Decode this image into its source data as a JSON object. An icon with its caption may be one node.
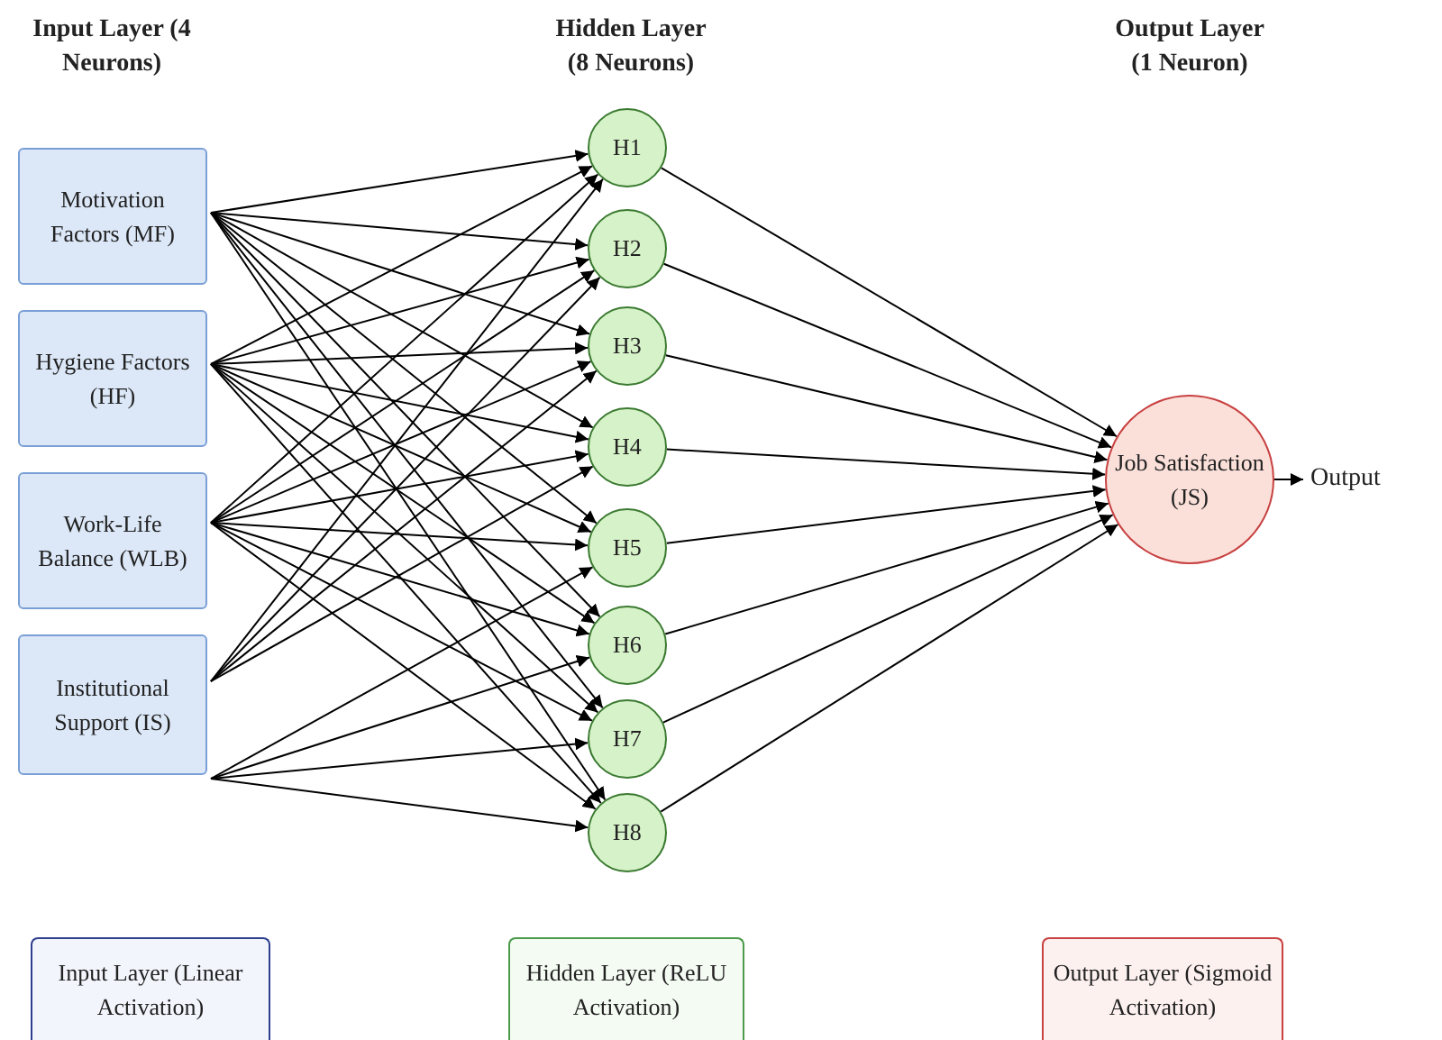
{
  "diagram": {
    "nodes": [
      {
        "text": [
          "Motivation Factors (MF)"
        ]
      },
      {
        "text": [
          "Hygiene Factors (HF)"
        ]
      },
      {
        "text": [
          "Work-Life Balance (WLB)"
        ]
      },
      {
        "text": [
          "Institutional Support (IS)"
        ]
      },
      {
        "text": [
          "H1"
        ]
      },
      {
        "text": [
          "H2"
        ]
      },
      {
        "text": [
          "H3"
        ]
      },
      {
        "text": [
          "H4"
        ]
      },
      {
        "text": [
          "H5"
        ]
      },
      {
        "text": [
          "H6"
        ]
      },
      {
        "text": [
          "H7"
        ]
      },
      {
        "text": [
          "H8"
        ]
      },
      {
        "text": [
          "Job Satisfaction (JS)"
        ]
      },
      {
        "text": [
          "Output"
        ]
      },
      {
        "text": [
          "Input Layer (Linear Activation)"
        ]
      },
      {
        "text": [
          "Hidden Layer (ReLU Activation)"
        ]
      },
      {
        "text": [
          "Output Layer (Sigmoid Activation)"
        ]
      }
    ],
    "edges": [
      {
        "from": 0,
        "to": 4,
        "arrow": "to"
      },
      {
        "from": 0,
        "to": 5,
        "arrow": "to"
      },
      {
        "from": 0,
        "to": 6,
        "arrow": "to"
      },
      {
        "from": 0,
        "to": 7,
        "arrow": "to"
      },
      {
        "from": 0,
        "to": 8,
        "arrow": "to"
      },
      {
        "from": 0,
        "to": 9,
        "arrow": "to"
      },
      {
        "from": 0,
        "to": 10,
        "arrow": "to"
      },
      {
        "from": 0,
        "to": 11,
        "arrow": "to"
      },
      {
        "from": 1,
        "to": 4,
        "arrow": "to"
      },
      {
        "from": 1,
        "to": 5,
        "arrow": "to"
      },
      {
        "from": 1,
        "to": 6,
        "arrow": "to"
      },
      {
        "from": 1,
        "to": 7,
        "arrow": "to"
      },
      {
        "from": 1,
        "to": 8,
        "arrow": "to"
      },
      {
        "from": 1,
        "to": 9,
        "arrow": "to"
      },
      {
        "from": 1,
        "to": 10,
        "arrow": "to"
      },
      {
        "from": 1,
        "to": 11,
        "arrow": "to"
      },
      {
        "from": 2,
        "to": 4,
        "arrow": "to"
      },
      {
        "from": 2,
        "to": 5,
        "arrow": "to"
      },
      {
        "from": 2,
        "to": 6,
        "arrow": "to"
      },
      {
        "from": 2,
        "to": 7,
        "arrow": "to"
      },
      {
        "from": 2,
        "to": 8,
        "arrow": "to"
      },
      {
        "from": 2,
        "to": 9,
        "arrow": "to"
      },
      {
        "from": 2,
        "to": 10,
        "arrow": "to"
      },
      {
        "from": 2,
        "to": 11,
        "arrow": "to"
      },
      {
        "from": 3,
        "to": 4,
        "arrow": "to"
      },
      {
        "from": 3,
        "to": 5,
        "arrow": "to"
      },
      {
        "from": 3,
        "to": 6,
        "arrow": "to"
      },
      {
        "from": 3,
        "to": 7,
        "arrow": "to"
      },
      {
        "from": 3,
        "to": 8,
        "arrow": "to"
      },
      {
        "from": 3,
        "to": 9,
        "arrow": "to"
      },
      {
        "from": 3,
        "to": 10,
        "arrow": "to"
      },
      {
        "from": 3,
        "to": 11,
        "arrow": "to"
      },
      {
        "from": 4,
        "to": 12,
        "arrow": "to"
      },
      {
        "from": 5,
        "to": 12,
        "arrow": "to"
      },
      {
        "from": 6,
        "to": 12,
        "arrow": "to"
      },
      {
        "from": 7,
        "to": 12,
        "arrow": "to"
      },
      {
        "from": 8,
        "to": 12,
        "arrow": "to"
      },
      {
        "from": 9,
        "to": 12,
        "arrow": "to"
      },
      {
        "from": 10,
        "to": 12,
        "arrow": "to"
      },
      {
        "from": 11,
        "to": 12,
        "arrow": "to"
      },
      {
        "from": 12,
        "to": 13,
        "arrow": "to"
      }
    ],
    "labels": [
      "Input Layer (4 Neurons)",
      "Hidden Layer (8 Neurons)",
      "Output Layer (1 Neuron)"
    ]
  }
}
